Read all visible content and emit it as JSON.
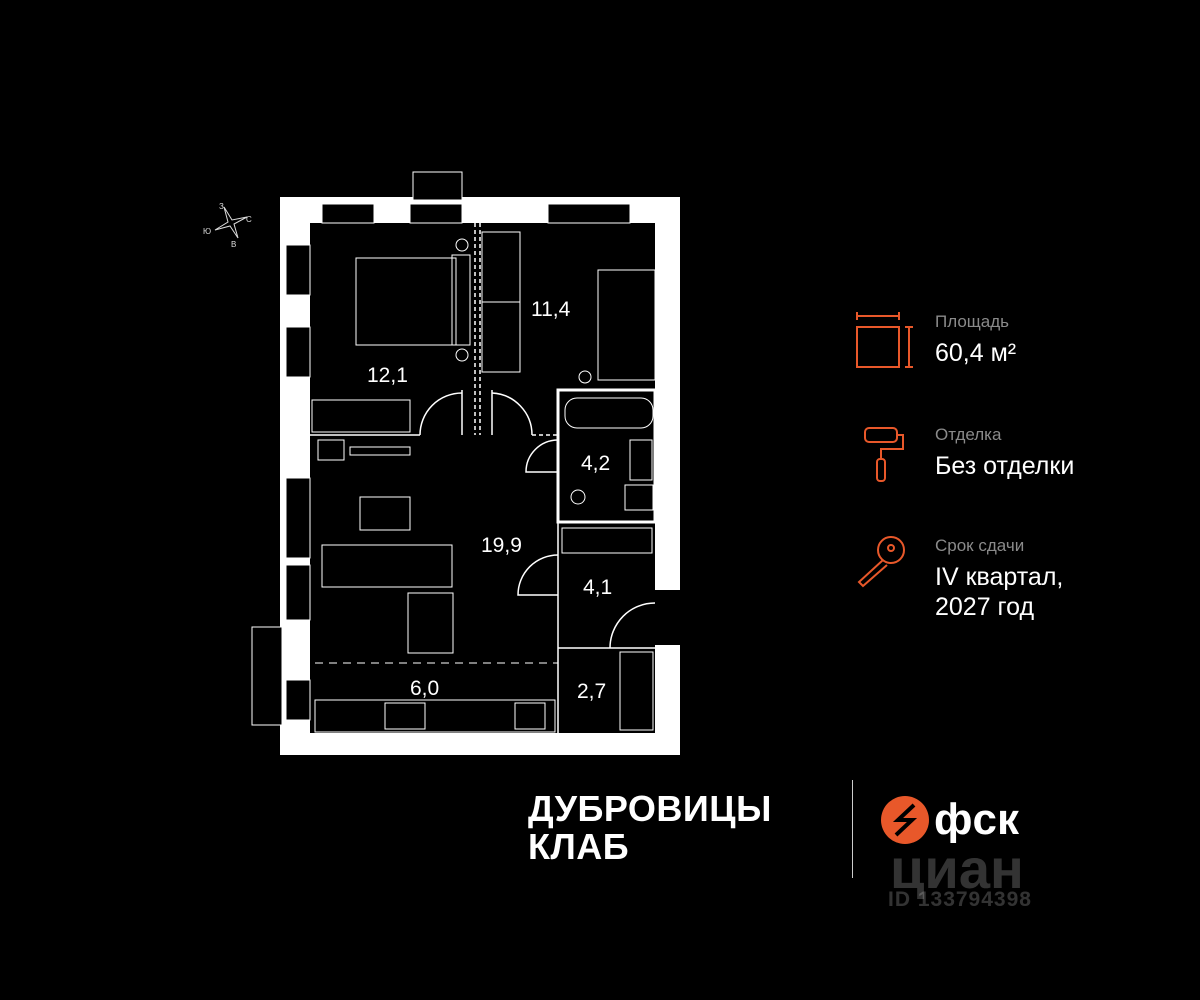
{
  "compass": {
    "n": "З",
    "s": "В",
    "w": "Ю",
    "e": "С"
  },
  "rooms": [
    {
      "id": "bedroom-1",
      "area": "12,1"
    },
    {
      "id": "bedroom-2",
      "area": "11,4"
    },
    {
      "id": "bathroom",
      "area": "4,2"
    },
    {
      "id": "living-room",
      "area": "19,9"
    },
    {
      "id": "hallway",
      "area": "4,1"
    },
    {
      "id": "kitchen",
      "area": "6,0"
    },
    {
      "id": "wardrobe",
      "area": "2,7"
    }
  ],
  "info": {
    "area": {
      "label": "Площадь",
      "value": "60,4 м²",
      "icon": "area-icon"
    },
    "finish": {
      "label": "Отделка",
      "value": "Без отделки",
      "icon": "paint-roller-icon"
    },
    "delivery": {
      "label": "Срок сдачи",
      "value_line1": "IV квартал,",
      "value_line2": "2027 год",
      "icon": "key-icon"
    }
  },
  "brand": {
    "line1": "ДУБРОВИЦЫ",
    "line2": "КЛАБ",
    "developer": "фск"
  },
  "watermark": {
    "text": "циан",
    "id": "ID 133794398"
  },
  "colors": {
    "accent": "#e8582a",
    "background": "#000000",
    "wall": "#ffffff",
    "label_muted": "#8a8a8a"
  }
}
